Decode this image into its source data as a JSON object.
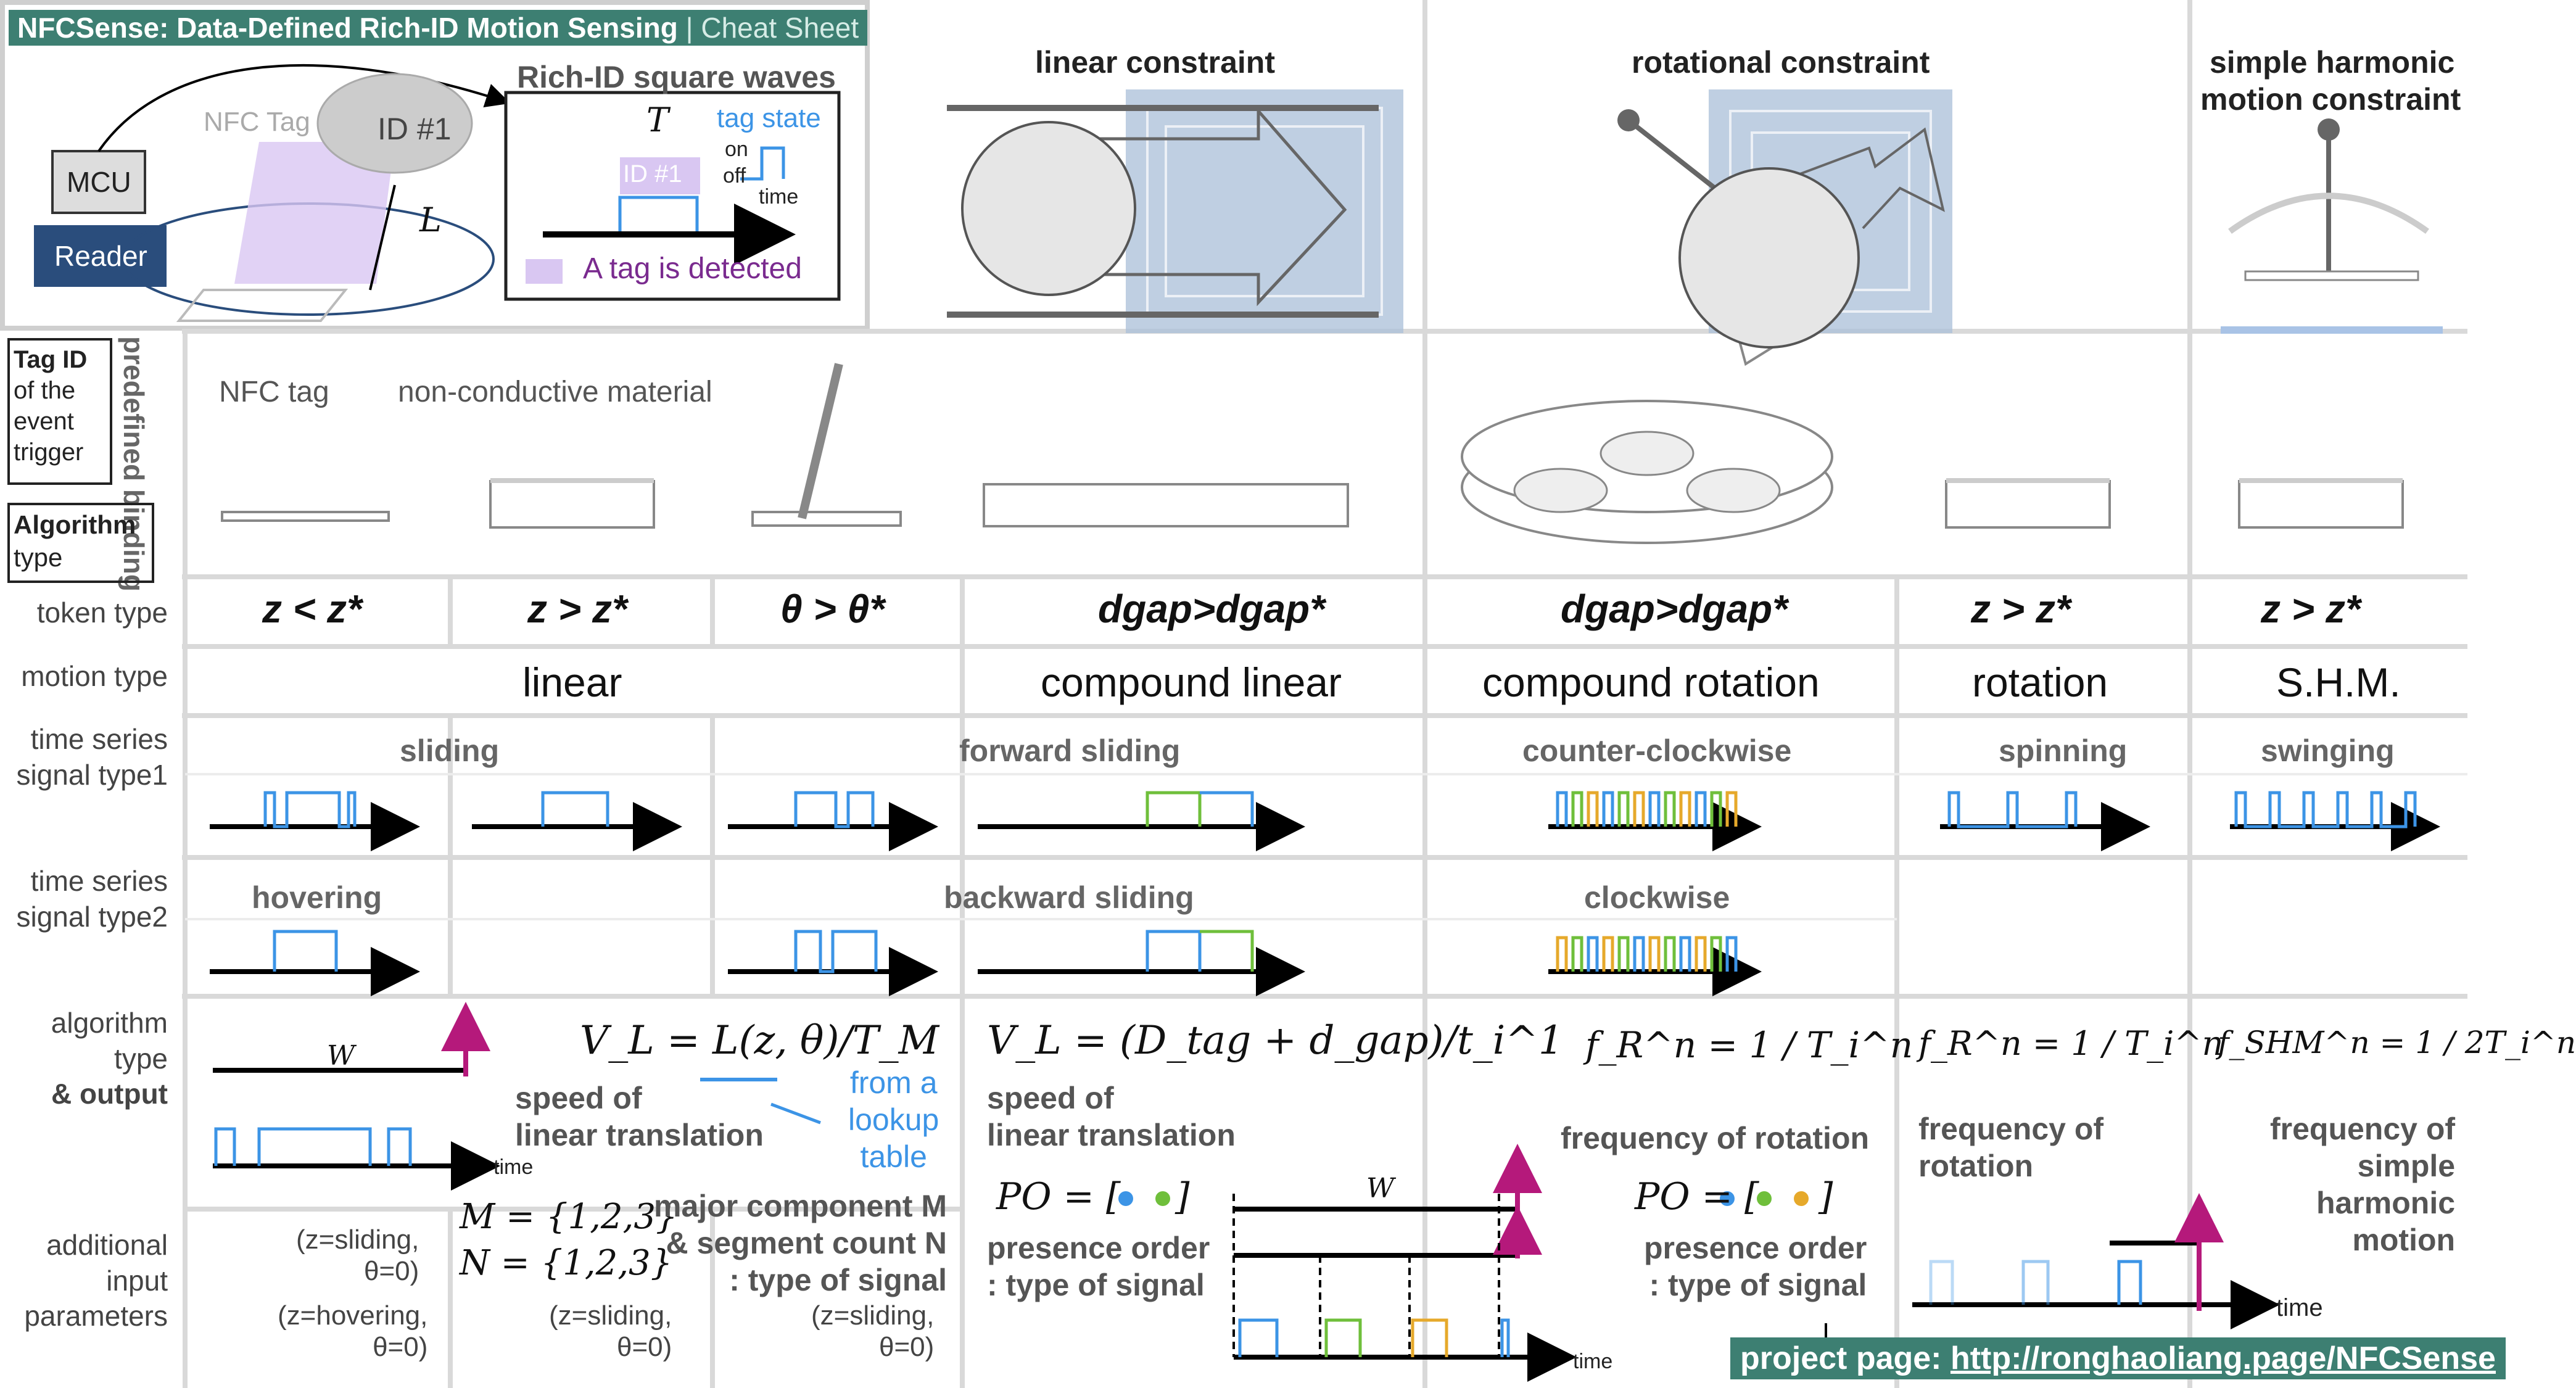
{
  "header": {
    "title": "NFCSense: Data-Defined Rich-ID Motion Sensing",
    "separator": "|",
    "subtitle": "Cheat Sheet"
  },
  "hardware": {
    "mcu": "MCU",
    "reader": "Reader",
    "nfc_tag": "NFC Tag",
    "id_label": "ID #1",
    "l_on": "L",
    "rich_id_title": "Rich-ID square waves",
    "t_on": "T",
    "tag_state": "tag state",
    "on": "on",
    "off": "off",
    "time": "time",
    "detected": "A tag is detected"
  },
  "constraints": {
    "linear": "linear constraint",
    "rotational": "rotational constraint",
    "shm_line1": "simple harmonic",
    "shm_line2": "motion constraint"
  },
  "legend": {
    "nfc_tag": "NFC tag",
    "non_conductive": "non-conductive material"
  },
  "binding": {
    "tag_id_1": "Tag ID",
    "tag_id_2": "of the",
    "tag_id_3": "event",
    "tag_id_4": "trigger",
    "predefined": "predefined binding",
    "algo_1": "Algorithm",
    "algo_2": "type"
  },
  "row_labels": {
    "token": "token type",
    "motion": "motion type",
    "sig1_a": "time series",
    "sig1_b": "signal type1",
    "sig2_a": "time series",
    "sig2_b": "signal type2",
    "algo_a": "algorithm",
    "algo_b": "type",
    "algo_c": "& output",
    "add_a": "additional",
    "add_b": "input",
    "add_c": "parameters"
  },
  "tokens": [
    "z < z*",
    "z > z*",
    "θ > θ*",
    "dgap>dgap*",
    "dgap>dgap*",
    "z > z*",
    "z > z*"
  ],
  "motions": [
    "linear",
    "compound linear",
    "compound rotation",
    "rotation",
    "S.H.M."
  ],
  "signals1": [
    "sliding",
    "forward sliding",
    "counter-clockwise",
    "spinning",
    "swinging"
  ],
  "signals2": [
    "hovering",
    "backward sliding",
    "clockwise"
  ],
  "algo": {
    "eq1": "V_L = L(z, θ)/T_M",
    "speed_a": "speed of",
    "speed_b": "linear translation",
    "lookup_a": "from a",
    "lookup_b": "lookup",
    "lookup_c": "table",
    "m_set": "M = {1,2,3}",
    "n_set": "N = {1,2,3}",
    "major_a": "major component M",
    "major_b": "& segment count N",
    "major_c": ": type of signal",
    "eq2": "V_L = (D_tag + d_gap)/t_i^1",
    "speed2_a": "speed of",
    "speed2_b": "linear translation",
    "po1": "PO = [",
    "po_close": "]",
    "presence_a": "presence order",
    "presence_b": ": type of signal",
    "eq3": "f_R^n = 1 / T_i^n",
    "freq_rot": "frequency of rotation",
    "po2": "PO = [",
    "presence2_a": "presence order",
    "presence2_b": ": type of signal",
    "eq4": "f_R^n = 1 / T_i^n",
    "freq_rot2_a": "frequency of",
    "freq_rot2_b": "rotation",
    "eq5": "f_SHM^n = 1 / 2T_i^n",
    "freq_shm_a": "frequency of",
    "freq_shm_b": "simple",
    "freq_shm_c": "harmonic",
    "freq_shm_d": "motion",
    "time": "time",
    "W": "W"
  },
  "params": {
    "p1": "(z=sliding,",
    "p1b": "θ=0)",
    "p2": "(z=hovering,",
    "p2b": "θ=0)",
    "p3": "(z=sliding,",
    "p3b": "θ=0)",
    "p4": "(z=sliding,",
    "p4b": "θ=0)"
  },
  "project": {
    "label": "project page:",
    "url": "http://ronghaoliang.page/NFCSense"
  },
  "colors": {
    "teal": "#3d7f72",
    "blue": "#3c94e6",
    "green": "#6fbf3b",
    "orange": "#e6a92b",
    "magenta": "#b5197b",
    "purple": "#d9c7f2"
  }
}
